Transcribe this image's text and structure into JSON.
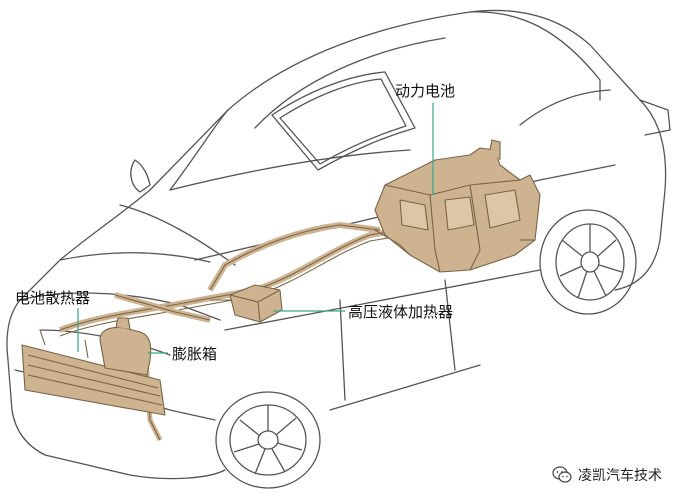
{
  "labels": {
    "power_battery": "动力电池",
    "battery_radiator": "电池散热器",
    "hv_liquid_heater": "高压液体加热器",
    "expansion_tank": "膨胀箱"
  },
  "watermark": {
    "text": "凌凯汽车技术",
    "icon": "wechat-icon"
  },
  "colors": {
    "component_fill": "#cdb390",
    "component_stroke": "#7a6448",
    "leader_line": "#3aa58c",
    "car_stroke": "#555555"
  }
}
